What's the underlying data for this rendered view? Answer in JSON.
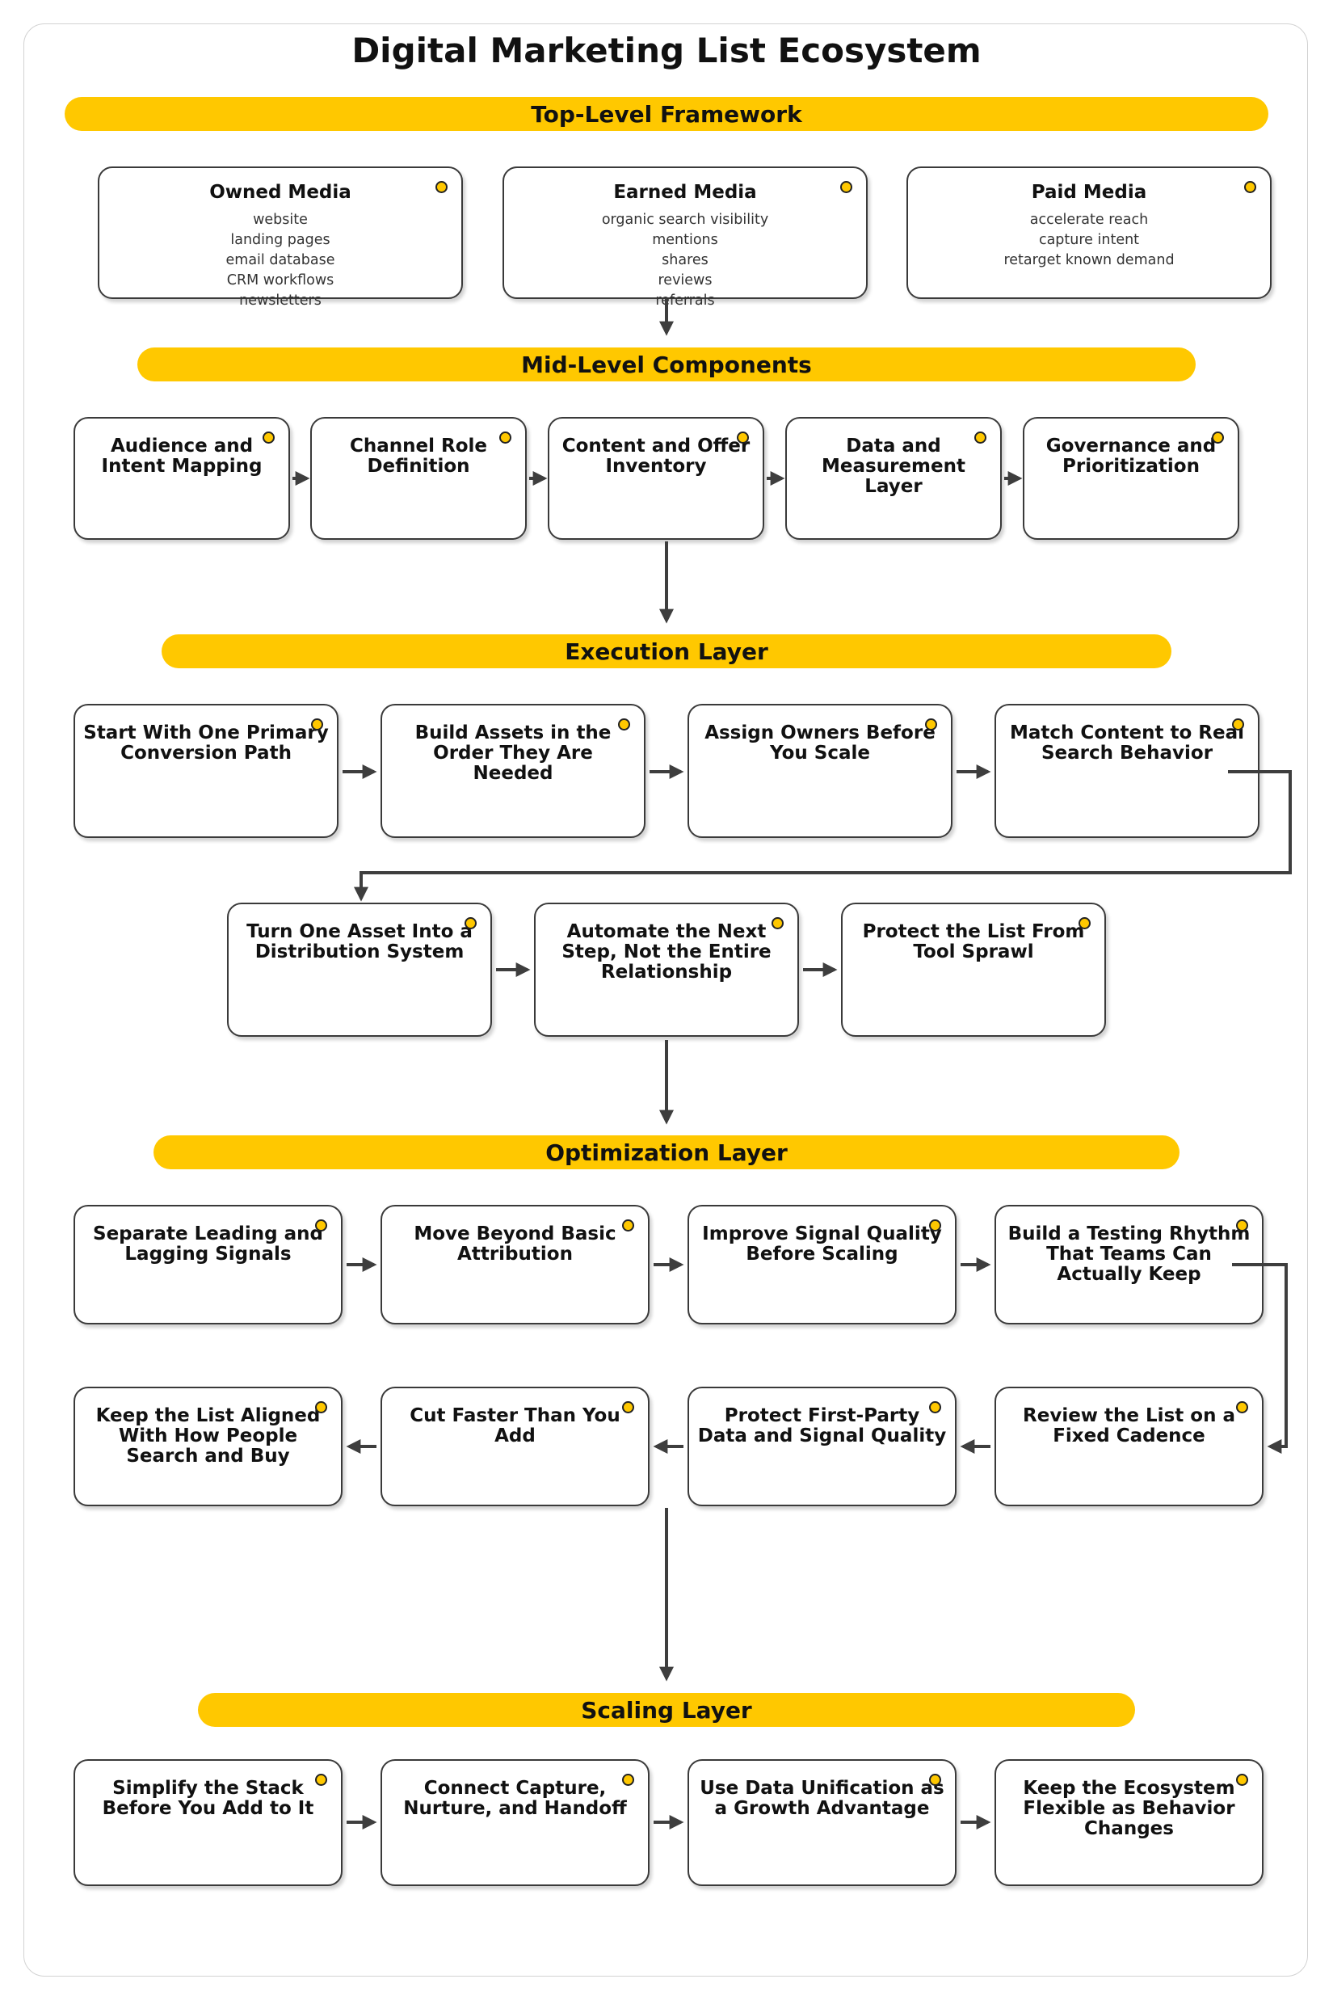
{
  "title": "Digital Marketing List Ecosystem",
  "colors": {
    "accent": "#FFC800",
    "border": "#3A3A3A",
    "connector": "#3E3E3E"
  },
  "sections": {
    "top": {
      "label": "Top-Level Framework",
      "nodes": [
        {
          "name": "Owned Media",
          "items": [
            "website",
            "landing pages",
            "email database",
            "CRM workflows",
            "newsletters"
          ]
        },
        {
          "name": "Earned Media",
          "items": [
            "organic search visibility",
            "mentions",
            "shares",
            "reviews",
            "referrals"
          ]
        },
        {
          "name": "Paid Media",
          "items": [
            "accelerate reach",
            "capture intent",
            "retarget known demand"
          ]
        }
      ]
    },
    "mid": {
      "label": "Mid-Level Components",
      "nodes": [
        {
          "name": "Audience and Intent Mapping"
        },
        {
          "name": "Channel Role Definition"
        },
        {
          "name": "Content and Offer Inventory"
        },
        {
          "name": "Data and Measurement Layer"
        },
        {
          "name": "Governance and Prioritization"
        }
      ]
    },
    "execution": {
      "label": "Execution Layer",
      "nodes": [
        {
          "name": "Start With One Primary Conversion Path"
        },
        {
          "name": "Build Assets in the Order They Are Needed"
        },
        {
          "name": "Assign Owners Before You Scale"
        },
        {
          "name": "Match Content to Real Search Behavior"
        },
        {
          "name": "Turn One Asset Into a Distribution System"
        },
        {
          "name": "Automate the Next Step, Not the Entire Relationship"
        },
        {
          "name": "Protect the List From Tool Sprawl"
        }
      ]
    },
    "optimization": {
      "label": "Optimization Layer",
      "nodes": [
        {
          "name": "Separate Leading and Lagging Signals"
        },
        {
          "name": "Move Beyond Basic Attribution"
        },
        {
          "name": "Improve Signal Quality Before Scaling"
        },
        {
          "name": "Build a Testing Rhythm That Teams Can Actually Keep"
        },
        {
          "name": "Review the List on a Fixed Cadence"
        },
        {
          "name": "Protect First-Party Data and Signal Quality"
        },
        {
          "name": "Cut Faster Than You Add"
        },
        {
          "name": "Keep the List Aligned With How People Search and Buy"
        }
      ]
    },
    "scaling": {
      "label": "Scaling Layer",
      "nodes": [
        {
          "name": "Simplify the Stack Before You Add to It"
        },
        {
          "name": "Connect Capture, Nurture, and Handoff"
        },
        {
          "name": "Use Data Unification as a Growth Advantage"
        },
        {
          "name": "Keep the Ecosystem Flexible as Behavior Changes"
        }
      ]
    }
  }
}
